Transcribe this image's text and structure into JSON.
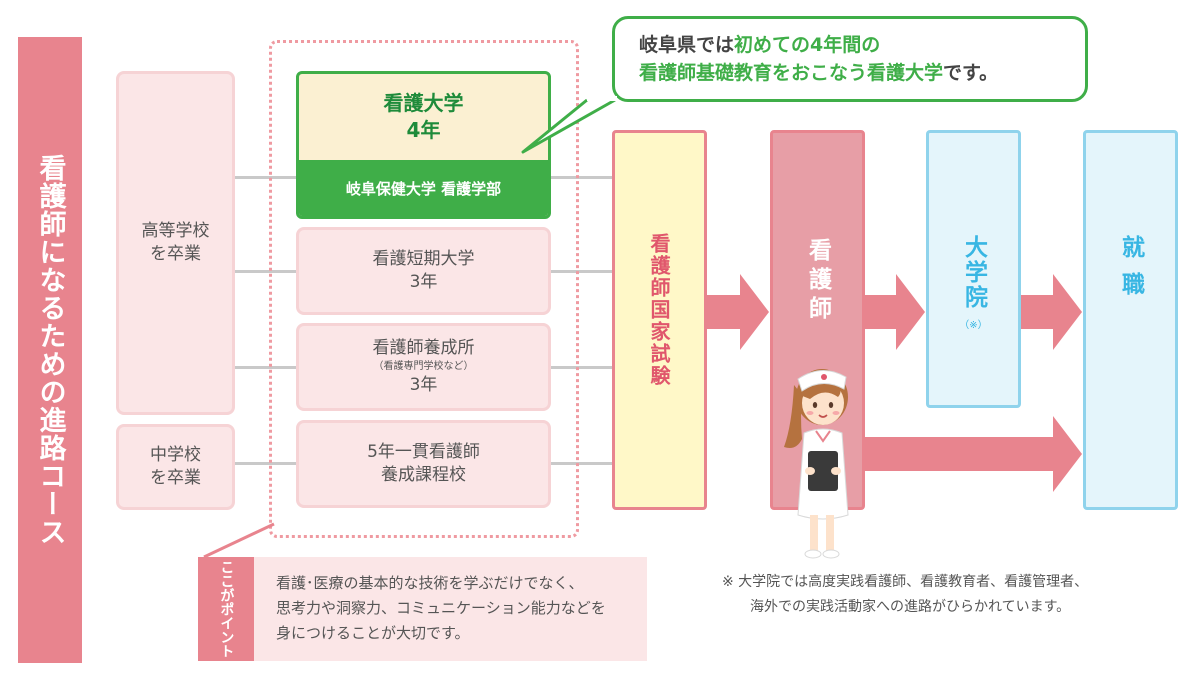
{
  "side_title": "看護師になるための進路コース",
  "entry": [
    {
      "lines": [
        "高等学校",
        "を卒業"
      ]
    },
    {
      "lines": [
        "中学校",
        "を卒業"
      ]
    }
  ],
  "university": {
    "title": "看護大学",
    "years": "4年",
    "name": "岐阜保健大学 看護学部"
  },
  "callout": {
    "line1_pre": "岐阜県では",
    "line1_hl": "初めての4年間の",
    "line2_hl": "看護師基礎教育をおこなう看護大学",
    "line2_post": "です。"
  },
  "schools": [
    {
      "title": "看護短期大学",
      "sub": "",
      "years": "3年"
    },
    {
      "title": "看護師養成所",
      "sub": "（看護専門学校など）",
      "years": "3年"
    },
    {
      "title": "5年一貫看護師",
      "sub": "",
      "years": "養成課程校"
    }
  ],
  "exam_label": "看護師国家試験",
  "nurse_label": "看護師",
  "grad_label": "大学院",
  "grad_note": "（※）",
  "job_label": "就職",
  "point": {
    "label": "ここがポイント",
    "lines": [
      "看護･医療の基本的な技術を学ぶだけでなく、",
      "思考力や洞察力、コミュニケーション能力などを",
      "身につけることが大切です。"
    ]
  },
  "footnote": {
    "line1": "※ 大学院では高度実践看護師、看護教育者、看護管理者、",
    "line2": "海外での実践活動家への進路がひらかれています。"
  },
  "colors": {
    "pink": "#e8848e",
    "pale_pink": "#fbe6e7",
    "green": "#3fae48",
    "cream": "#fbf0d2",
    "yellow": "#fff8c8",
    "blue": "#38b6e3",
    "pale_blue": "#e4f5fb"
  }
}
